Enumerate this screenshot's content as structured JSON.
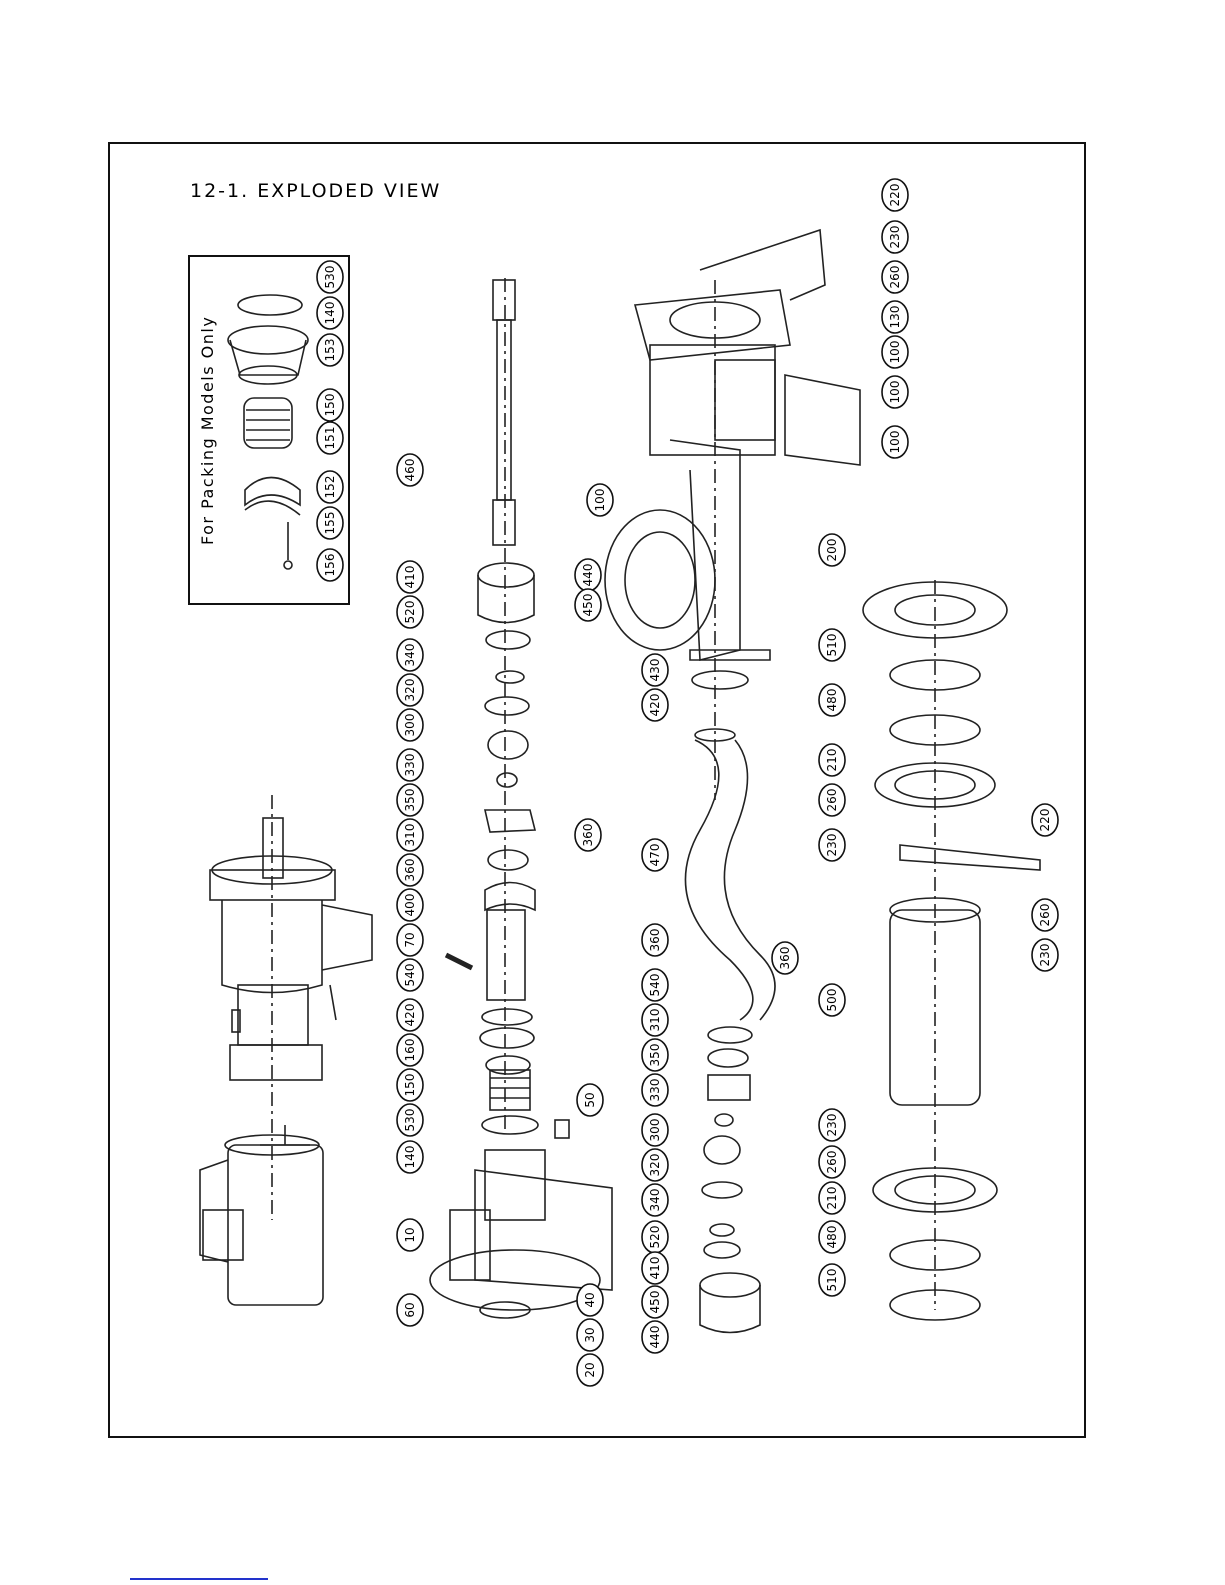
{
  "title": "12-1. EXPLODED VIEW",
  "inset_label": "For Packing Models Only",
  "callouts": [
    {
      "id": "c530a",
      "label": "530"
    },
    {
      "id": "c140a",
      "label": "140"
    },
    {
      "id": "c153",
      "label": "153"
    },
    {
      "id": "c150a",
      "label": "150"
    },
    {
      "id": "c151",
      "label": "151"
    },
    {
      "id": "c152",
      "label": "152"
    },
    {
      "id": "c155",
      "label": "155"
    },
    {
      "id": "c156",
      "label": "156"
    },
    {
      "id": "c460",
      "label": "460"
    },
    {
      "id": "c410a",
      "label": "410"
    },
    {
      "id": "c440a",
      "label": "440"
    },
    {
      "id": "c450a",
      "label": "450"
    },
    {
      "id": "c520a",
      "label": "520"
    },
    {
      "id": "c340a",
      "label": "340"
    },
    {
      "id": "c320a",
      "label": "320"
    },
    {
      "id": "c300a",
      "label": "300"
    },
    {
      "id": "c330a",
      "label": "330"
    },
    {
      "id": "c350a",
      "label": "350"
    },
    {
      "id": "c310a",
      "label": "310"
    },
    {
      "id": "c360a",
      "label": "360"
    },
    {
      "id": "c360b",
      "label": "360"
    },
    {
      "id": "c400",
      "label": "400"
    },
    {
      "id": "c70",
      "label": "70"
    },
    {
      "id": "c540a",
      "label": "540"
    },
    {
      "id": "c420a",
      "label": "420"
    },
    {
      "id": "c160",
      "label": "160"
    },
    {
      "id": "c150b",
      "label": "150"
    },
    {
      "id": "c530b",
      "label": "530"
    },
    {
      "id": "c50",
      "label": "50"
    },
    {
      "id": "c140b",
      "label": "140"
    },
    {
      "id": "c10",
      "label": "10"
    },
    {
      "id": "c40",
      "label": "40"
    },
    {
      "id": "c30",
      "label": "30"
    },
    {
      "id": "c20",
      "label": "20"
    },
    {
      "id": "c60",
      "label": "60"
    },
    {
      "id": "c220a",
      "label": "220"
    },
    {
      "id": "c230a",
      "label": "230"
    },
    {
      "id": "c260a",
      "label": "260"
    },
    {
      "id": "c130",
      "label": "130"
    },
    {
      "id": "c100a",
      "label": "100"
    },
    {
      "id": "c100b",
      "label": "100"
    },
    {
      "id": "c100c",
      "label": "100"
    },
    {
      "id": "c100d",
      "label": "100"
    },
    {
      "id": "c430",
      "label": "430"
    },
    {
      "id": "c420b",
      "label": "420"
    },
    {
      "id": "c470",
      "label": "470"
    },
    {
      "id": "c360c",
      "label": "360"
    },
    {
      "id": "c360d",
      "label": "360"
    },
    {
      "id": "c540b",
      "label": "540"
    },
    {
      "id": "c310b",
      "label": "310"
    },
    {
      "id": "c350b",
      "label": "350"
    },
    {
      "id": "c330b",
      "label": "330"
    },
    {
      "id": "c300b",
      "label": "300"
    },
    {
      "id": "c320b",
      "label": "320"
    },
    {
      "id": "c340b",
      "label": "340"
    },
    {
      "id": "c520b",
      "label": "520"
    },
    {
      "id": "c410b",
      "label": "410"
    },
    {
      "id": "c450b",
      "label": "450"
    },
    {
      "id": "c440b",
      "label": "440"
    },
    {
      "id": "c200",
      "label": "200"
    },
    {
      "id": "c510a",
      "label": "510"
    },
    {
      "id": "c480a",
      "label": "480"
    },
    {
      "id": "c210a",
      "label": "210"
    },
    {
      "id": "c260b",
      "label": "260"
    },
    {
      "id": "c230b",
      "label": "230"
    },
    {
      "id": "c220b",
      "label": "220"
    },
    {
      "id": "c260c",
      "label": "260"
    },
    {
      "id": "c230c",
      "label": "230"
    },
    {
      "id": "c500",
      "label": "500"
    },
    {
      "id": "c230d",
      "label": "230"
    },
    {
      "id": "c260d",
      "label": "260"
    },
    {
      "id": "c210b",
      "label": "210"
    },
    {
      "id": "c480b",
      "label": "480"
    },
    {
      "id": "c510b",
      "label": "510"
    }
  ]
}
